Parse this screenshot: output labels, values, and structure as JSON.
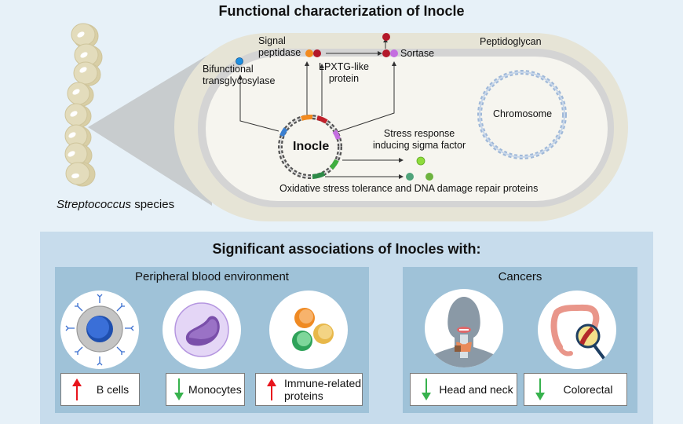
{
  "title": "Functional characterization of Inocle",
  "top": {
    "species_label_italic": "Streptococcus",
    "species_label_rest": " species",
    "labels": {
      "signal_peptidase_1": "Signal",
      "signal_peptidase_2": "peptidase",
      "peptidoglycan": "Peptidoglycan",
      "bifunctional_1": "Bifunctional",
      "bifunctional_2": "transglycosylase",
      "lpxtg_1": "LPXTG-like",
      "lpxtg_2": "protein",
      "sortase": "Sortase",
      "chromosome": "Chromosome",
      "inocle": "Inocle",
      "stress_1": "Stress response",
      "stress_2": "inducing sigma factor",
      "oxidative": "Oxidative stress tolerance and DNA damage repair proteins"
    },
    "colors": {
      "signal_peptidase": "#f28a1e",
      "lpxtg": "#b3182a",
      "sortase": "#c46ee0",
      "bifunctional": "#1e8fe0",
      "sigma": "#8fdc3c",
      "oxidative_a": "#4fa37a",
      "oxidative_b": "#6db33f"
    }
  },
  "bottom": {
    "title": "Significant associations of Inocles with:",
    "groups": [
      {
        "title": "Peripheral blood environment",
        "items": [
          {
            "label": "B cells",
            "direction": "up",
            "icon": "b-cell-icon"
          },
          {
            "label": "Monocytes",
            "direction": "down",
            "icon": "monocyte-icon"
          },
          {
            "label_1": "Immune-related",
            "label_2": "proteins",
            "direction": "up",
            "icon": "proteins-icon"
          }
        ]
      },
      {
        "title": "Cancers",
        "items": [
          {
            "label": "Head and neck",
            "direction": "down",
            "icon": "head-neck-icon"
          },
          {
            "label": "Colorectal",
            "direction": "down",
            "icon": "colorectal-icon"
          }
        ]
      }
    ],
    "colors": {
      "up": "#e8141c",
      "down": "#37b24d"
    }
  }
}
